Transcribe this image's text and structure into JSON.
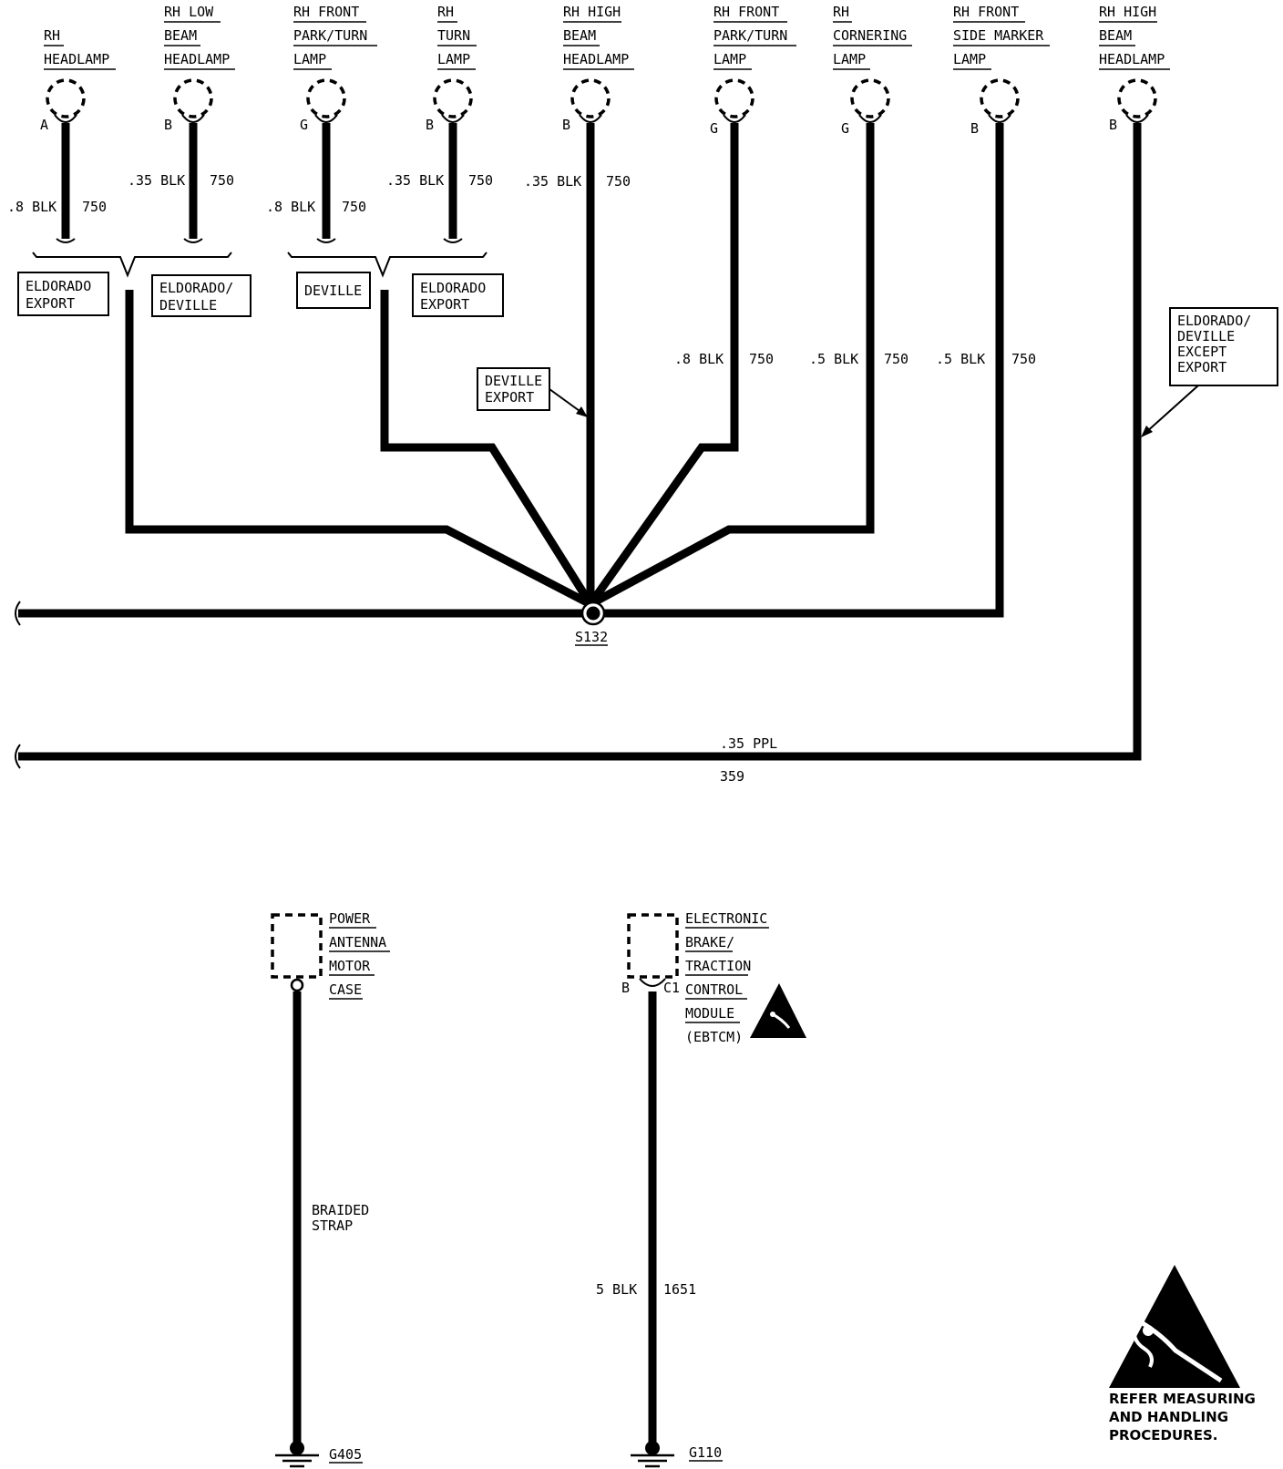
{
  "lamps": [
    {
      "name": [
        "RH",
        "HEADLAMP"
      ],
      "pin": "A",
      "gauge": ".8 BLK",
      "circuit": "750"
    },
    {
      "name": [
        "RH LOW",
        "BEAM",
        "HEADLAMP"
      ],
      "pin": "B",
      "gauge": ".35 BLK",
      "circuit": "750"
    },
    {
      "name": [
        "RH FRONT",
        "PARK/TURN",
        "LAMP"
      ],
      "pin": "G",
      "gauge": ".8 BLK",
      "circuit": "750"
    },
    {
      "name": [
        "RH",
        "TURN",
        "LAMP"
      ],
      "pin": "B",
      "gauge": ".35 BLK",
      "circuit": "750"
    },
    {
      "name": [
        "RH HIGH",
        "BEAM",
        "HEADLAMP"
      ],
      "pin": "B",
      "gauge": ".35 BLK",
      "circuit": "750"
    },
    {
      "name": [
        "RH FRONT",
        "PARK/TURN",
        "LAMP"
      ],
      "pin": "G",
      "gauge": ".8 BLK",
      "circuit": "750"
    },
    {
      "name": [
        "RH",
        "CORNERING",
        "LAMP"
      ],
      "pin": "G",
      "gauge": ".5 BLK",
      "circuit": "750"
    },
    {
      "name": [
        "RH FRONT",
        "SIDE MARKER",
        "LAMP"
      ],
      "pin": "B",
      "gauge": ".5 BLK",
      "circuit": "750"
    },
    {
      "name": [
        "RH HIGH",
        "BEAM",
        "HEADLAMP"
      ],
      "pin": "B"
    }
  ],
  "options": {
    "eldorado_export_1": [
      "ELDORADO",
      "EXPORT"
    ],
    "eldorado_deville": [
      "ELDORADO/",
      "DEVILLE"
    ],
    "deville": [
      "DEVILLE"
    ],
    "eldorado_export_2": [
      "ELDORADO",
      "EXPORT"
    ],
    "deville_export": [
      "DEVILLE",
      "EXPORT"
    ],
    "eldorado_deville_except_export": [
      "ELDORADO/",
      "DEVILLE",
      "EXCEPT",
      "EXPORT"
    ]
  },
  "splice": "S132",
  "ppl_wire": {
    "gauge": ".35 PPL",
    "circuit": "359"
  },
  "antenna": {
    "name": [
      "POWER",
      "ANTENNA",
      "MOTOR",
      "CASE"
    ],
    "strap": [
      "BRAIDED",
      "STRAP"
    ],
    "ground": "G405"
  },
  "ebtcm": {
    "name": [
      "ELECTRONIC",
      "BRAKE/",
      "TRACTION",
      "CONTROL",
      "MODULE",
      "(EBTCM)"
    ],
    "pin": "B",
    "connector": "C1",
    "gauge": "5 BLK",
    "circuit": "1651",
    "ground": "G110"
  },
  "esd_note": [
    "REFER MEASURING",
    "AND HANDLING",
    "PROCEDURES."
  ],
  "icons": [
    "lamp-bulb-icon",
    "ground-icon",
    "esd-warning-icon",
    "splice-dot-icon"
  ]
}
